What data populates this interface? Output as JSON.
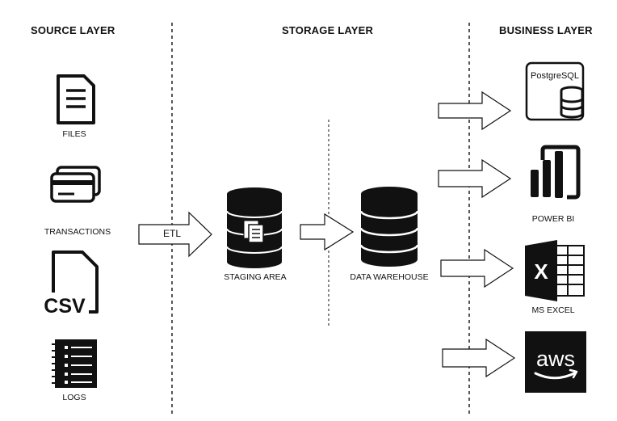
{
  "layers": {
    "source": "SOURCE LAYER",
    "storage": "STORAGE LAYER",
    "business": "BUSINESS LAYER"
  },
  "sources": {
    "files": "FILES",
    "transactions": "TRANSACTIONS",
    "csv": "CSV",
    "logs": "LOGS"
  },
  "storage": {
    "etl": "ETL",
    "staging": "STAGING AREA",
    "warehouse": "DATA WAREHOUSE"
  },
  "business": {
    "postgres": "PostgreSQL",
    "powerbi": "POWER BI",
    "excel_letter": "X",
    "excel": "MS EXCEL",
    "aws": "aws"
  }
}
